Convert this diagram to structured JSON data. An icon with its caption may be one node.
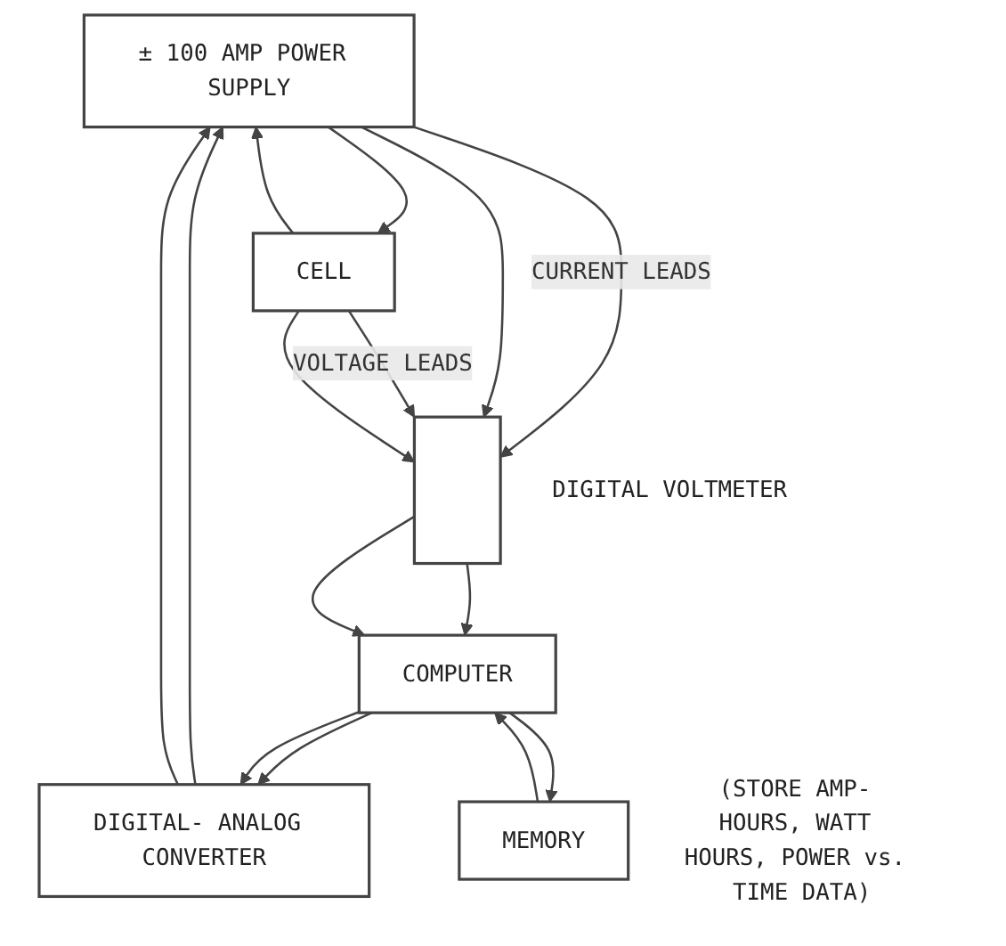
{
  "diagram": {
    "nodes": [
      {
        "text": [
          "± 100 AMP POWER SUPPLY"
        ]
      },
      {
        "text": [
          "CELL"
        ]
      },
      {
        "text": [],
        "shape": "box",
        "beside": [
          "DIGITAL VOLTMETER"
        ]
      },
      {
        "text": [
          "DIGITAL- ANALOG CONVERTER"
        ]
      },
      {
        "text": [
          "COMPUTER"
        ]
      },
      {
        "text": [
          "MEMORY"
        ],
        "beside": [
          "(STORE AMP- HOURS, WATT HOURS, POWER vs. TIME DATA)"
        ]
      }
    ],
    "edges": [
      {
        "from": 1,
        "to": 0,
        "arrow": "to"
      },
      {
        "from": 0,
        "to": 1,
        "arrow": "to"
      },
      {
        "from": 0,
        "to": 2,
        "arrow": "to",
        "label": "CURRENT LEADS"
      },
      {
        "from": 0,
        "to": 2,
        "arrow": "to"
      },
      {
        "from": 1,
        "to": 2,
        "arrow": "to",
        "label": "VOLTAGE LEADS"
      },
      {
        "from": 1,
        "to": 2,
        "arrow": "to"
      },
      {
        "from": 2,
        "to": 4,
        "arrow": "to"
      },
      {
        "from": 2,
        "to": 4,
        "arrow": "to"
      },
      {
        "from": 4,
        "to": 3,
        "arrow": "to"
      },
      {
        "from": 4,
        "to": 3,
        "arrow": "to"
      },
      {
        "from": 3,
        "to": 0,
        "arrow": "to"
      },
      {
        "from": 3,
        "to": 0,
        "arrow": "to"
      },
      {
        "from": 4,
        "to": 5,
        "arrow": "to"
      },
      {
        "from": 5,
        "to": 4,
        "arrow": "to"
      }
    ]
  }
}
